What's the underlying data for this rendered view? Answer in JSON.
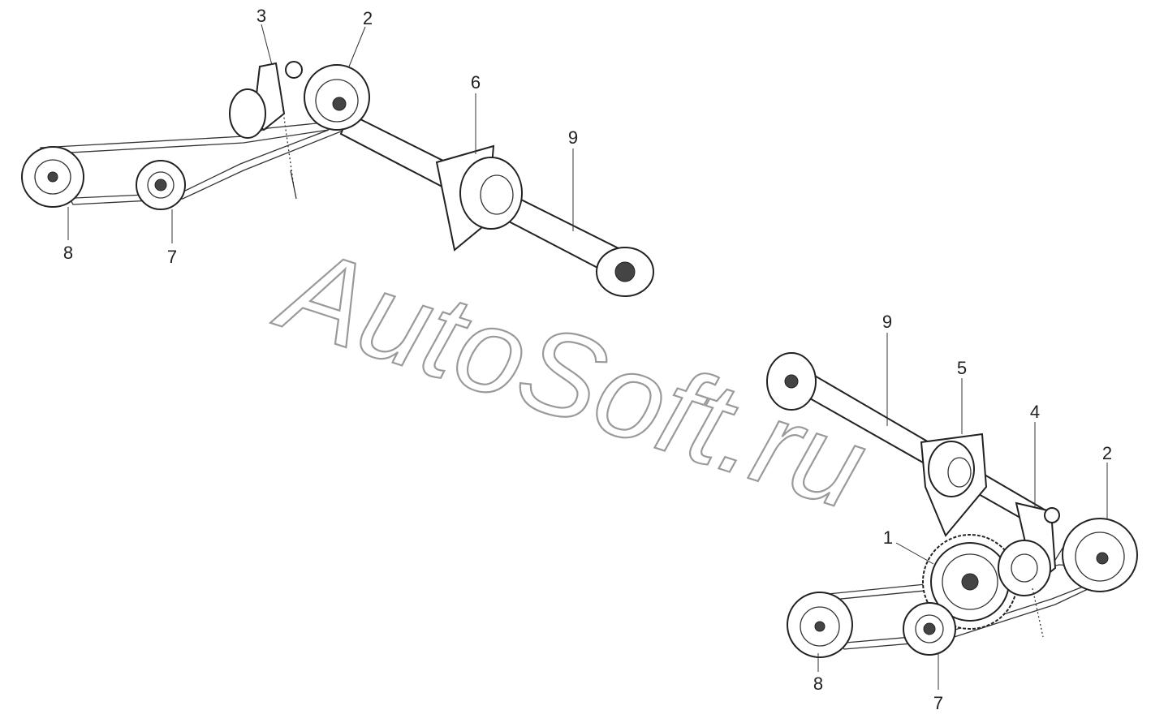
{
  "watermark": "AutoSoft.ru",
  "callouts": {
    "upper": {
      "c3": "3",
      "c2": "2",
      "c6": "6",
      "c9": "9",
      "c8": "8",
      "c7": "7"
    },
    "lower": {
      "c9": "9",
      "c5": "5",
      "c4": "4",
      "c2": "2",
      "c1": "1",
      "c8": "8",
      "c7": "7"
    }
  },
  "colors": {
    "line": "#222222",
    "watermark": "#9a9a9a"
  }
}
